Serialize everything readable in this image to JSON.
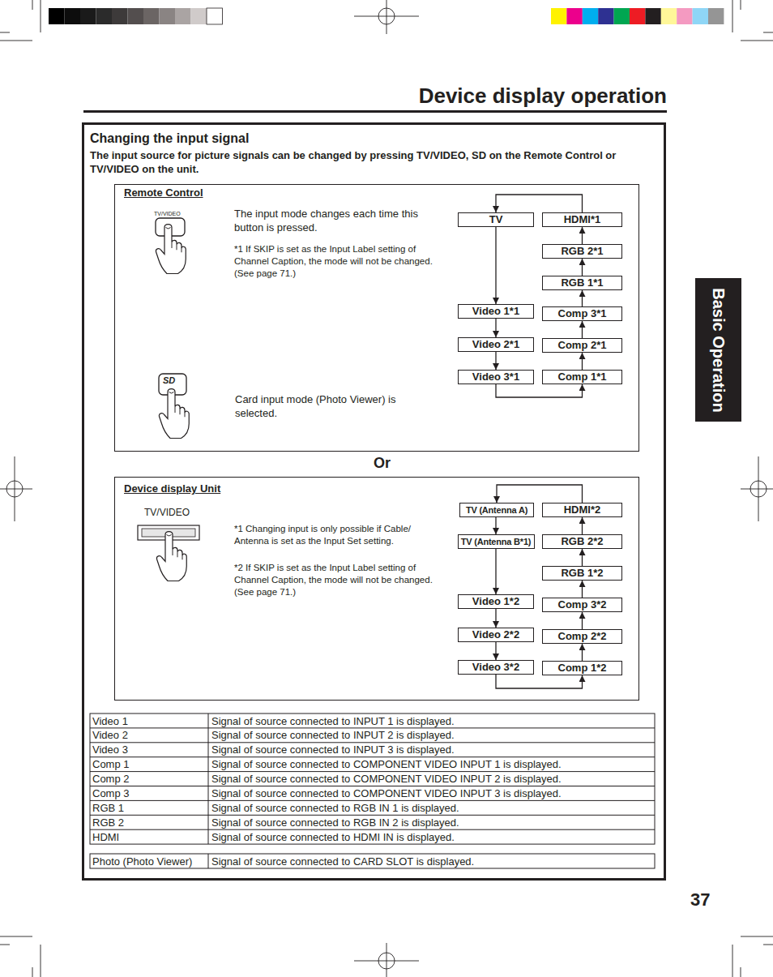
{
  "diagram": {
    "title": "Device display operation",
    "nodes": [
      {
        "text": [
          "Changing the input signal",
          "The input source for picture signals can be changed by pressing TV/VIDEO, SD on the Remote Control or TV/VIDEO on the unit."
        ]
      },
      {
        "text": [
          "Remote Control",
          "The input mode changes each time this button is pressed.",
          "*1 If SKIP is set as the Input Label setting of Channel Caption, the mode will not be changed. (See page 71.)",
          "Card input mode (Photo Viewer) is selected."
        ],
        "in": 0
      },
      {
        "text": [
          "TV"
        ],
        "in": 1
      },
      {
        "text": [
          "HDMI*1"
        ],
        "in": 1
      },
      {
        "text": [
          "RGB 2*1"
        ],
        "in": 1
      },
      {
        "text": [
          "RGB 1*1"
        ],
        "in": 1
      },
      {
        "text": [
          "Video 1*1"
        ],
        "in": 1
      },
      {
        "text": [
          "Comp 3*1"
        ],
        "in": 1
      },
      {
        "text": [
          "Video 2*1"
        ],
        "in": 1
      },
      {
        "text": [
          "Comp 2*1"
        ],
        "in": 1
      },
      {
        "text": [
          "Video 3*1"
        ],
        "in": 1
      },
      {
        "text": [
          "Comp 1*1"
        ],
        "in": 1
      },
      {
        "text": [
          "Device display Unit",
          "*1 Changing input is only possible if Cable/ Antenna is set as the Input Set setting.",
          "*2 If SKIP is set as the Input Label setting of Channel Caption, the mode will not be changed. (See page 71.)"
        ],
        "in": 0
      },
      {
        "text": [
          "TV (Antenna A)"
        ],
        "in": 12
      },
      {
        "text": [
          "HDMI*2"
        ],
        "in": 12
      },
      {
        "text": [
          "TV (Antenna B*1)"
        ],
        "in": 12
      },
      {
        "text": [
          "RGB 2*2"
        ],
        "in": 12
      },
      {
        "text": [
          "RGB 1*2"
        ],
        "in": 12
      },
      {
        "text": [
          "Video 1*2"
        ],
        "in": 12
      },
      {
        "text": [
          "Comp 3*2"
        ],
        "in": 12
      },
      {
        "text": [
          "Video 2*2"
        ],
        "in": 12
      },
      {
        "text": [
          "Comp 2*2"
        ],
        "in": 12
      },
      {
        "text": [
          "Video 3*2"
        ],
        "in": 12
      },
      {
        "text": [
          "Comp 1*2"
        ],
        "in": 12
      },
      {
        "text": [
          "Basic Operation"
        ]
      }
    ],
    "edges": [
      {
        "from": 2,
        "to": 6,
        "arrow": "to"
      },
      {
        "from": 6,
        "to": 8,
        "arrow": "to"
      },
      {
        "from": 8,
        "to": 10,
        "arrow": "to"
      },
      {
        "from": 10,
        "to": 11,
        "arrow": "to"
      },
      {
        "from": 11,
        "to": 9,
        "arrow": "to"
      },
      {
        "from": 9,
        "to": 7,
        "arrow": "to"
      },
      {
        "from": 7,
        "to": 5,
        "arrow": "to"
      },
      {
        "from": 5,
        "to": 4,
        "arrow": "to"
      },
      {
        "from": 4,
        "to": 3,
        "arrow": "to"
      },
      {
        "from": 3,
        "to": 2,
        "arrow": "to"
      },
      {
        "from": 13,
        "to": 15,
        "arrow": "to"
      },
      {
        "from": 15,
        "to": 18,
        "arrow": "to"
      },
      {
        "from": 18,
        "to": 20,
        "arrow": "to"
      },
      {
        "from": 20,
        "to": 22,
        "arrow": "to"
      },
      {
        "from": 22,
        "to": 23,
        "arrow": "to"
      },
      {
        "from": 23,
        "to": 21,
        "arrow": "to"
      },
      {
        "from": 21,
        "to": 19,
        "arrow": "to"
      },
      {
        "from": 19,
        "to": 17,
        "arrow": "to"
      },
      {
        "from": 17,
        "to": 16,
        "arrow": "to"
      },
      {
        "from": 16,
        "to": 14,
        "arrow": "to"
      },
      {
        "from": 14,
        "to": 13,
        "arrow": "to"
      }
    ],
    "labels": [
      "TV/VIDEO",
      "SD",
      "Or",
      "TV/VIDEO",
      "Video 1",
      "Signal of source connected to INPUT 1 is displayed.",
      "Video 2",
      "Signal of source connected to INPUT 2 is displayed.",
      "Video 3",
      "Signal of source connected to INPUT 3 is displayed.",
      "Comp 1",
      "Signal of source connected to COMPONENT VIDEO INPUT 1 is displayed.",
      "Comp 2",
      "Signal of source connected to COMPONENT VIDEO INPUT 2 is displayed.",
      "Comp 3",
      "Signal of source connected to COMPONENT VIDEO INPUT 3 is displayed.",
      "RGB 1",
      "Signal of source connected to RGB IN 1 is displayed.",
      "RGB 2",
      "Signal of source connected to RGB IN 2 is displayed.",
      "HDMI",
      "Signal of source connected to HDMI IN is displayed.",
      "Photo (Photo Viewer)",
      "Signal of source connected to CARD SLOT is displayed.",
      "37"
    ]
  }
}
